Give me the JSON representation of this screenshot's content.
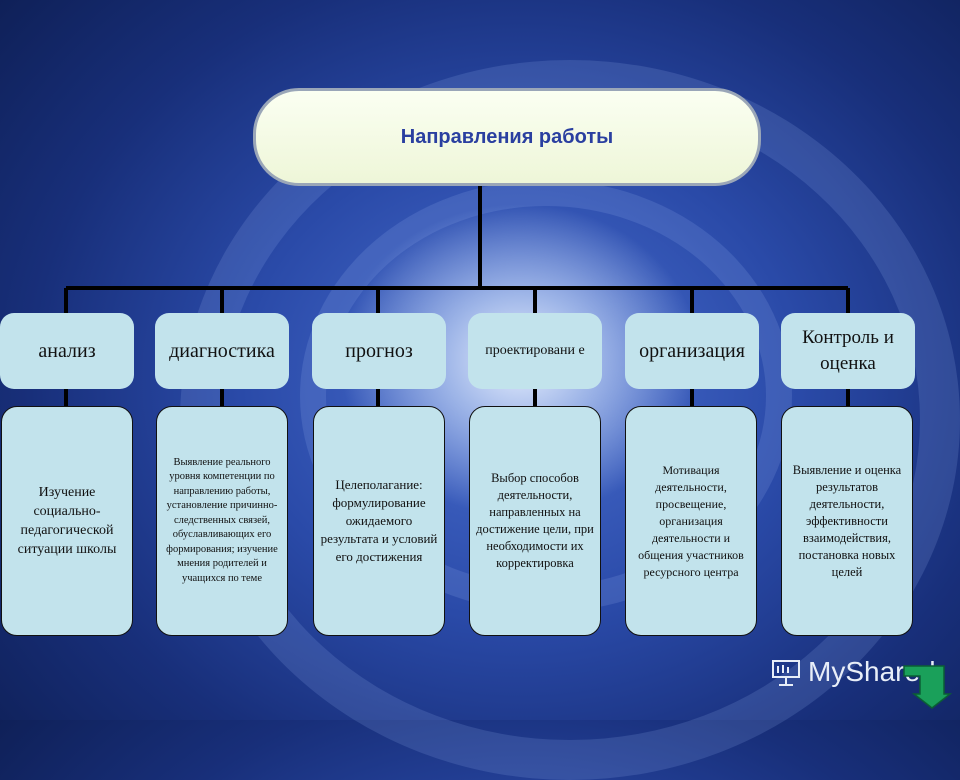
{
  "title": "Направления работы",
  "columns": [
    {
      "heading": "анализ",
      "description": "Изучение социально-педагогической ситуации школы"
    },
    {
      "heading": "диагностика",
      "description": "Выявление реального уровня компетенции по направлению работы, установление причинно-следственных связей, обуславливающих его формирования; изучение мнения родителей и учащихся по теме"
    },
    {
      "heading": "прогноз",
      "description": "Целеполагание: формулирование ожидаемого результата и условий его достижения"
    },
    {
      "heading": "проектировани е",
      "description": "Выбор способов деятельности, направленных на достижение цели, при необходимости их корректировка"
    },
    {
      "heading": "организация",
      "description": "Мотивация деятельности, просвещение, организация деятельности и общения участников ресурсного центра"
    },
    {
      "heading": "Контроль и оценка",
      "description": "Выявление и оценка результатов деятельности, эффективности взаимодействия, постановка новых целей"
    }
  ],
  "logo": {
    "text": "MyShared",
    "icon": "presentation-board-icon"
  },
  "nav": {
    "icon": "next-arrow-icon"
  }
}
